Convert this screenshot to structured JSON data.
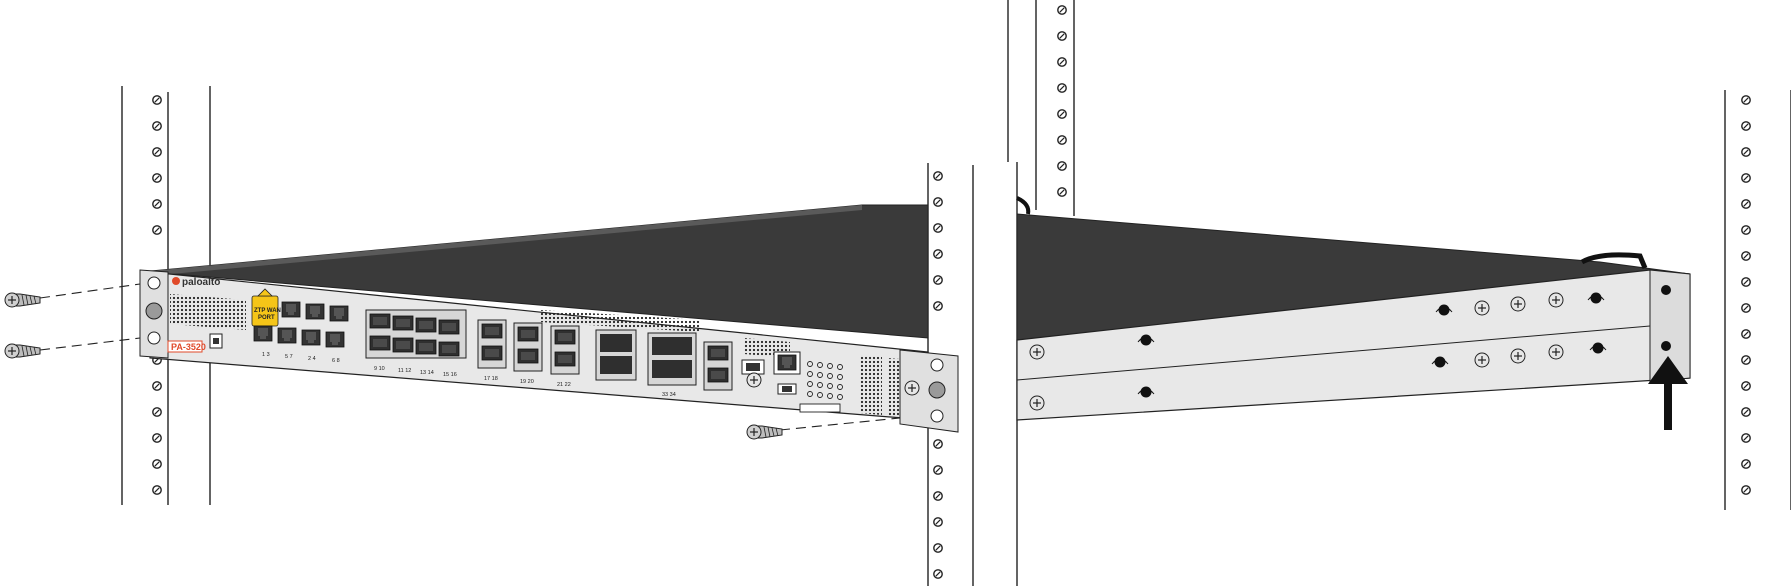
{
  "brand": {
    "logo_text": "paloalto",
    "model_label": "PA-3520"
  },
  "ztp_tag": {
    "line1": "ZTP WAN",
    "line2": "PORT"
  },
  "port_labels": [
    "1 3",
    "5 7",
    "2 4",
    "6 8",
    "9 10",
    "11 12",
    "13 14",
    "15 16",
    "17 18",
    "19 20",
    "21 22",
    "33 34"
  ],
  "colors": {
    "chassis_top": "#3a3a3a",
    "chassis_front": "#e8e8e8",
    "line": "#222222",
    "brand_accent": "#e04a2a",
    "tag": "#f5c518"
  },
  "icons": [
    "screw-icon",
    "arrow-up-icon",
    "rack-rail-icon"
  ]
}
